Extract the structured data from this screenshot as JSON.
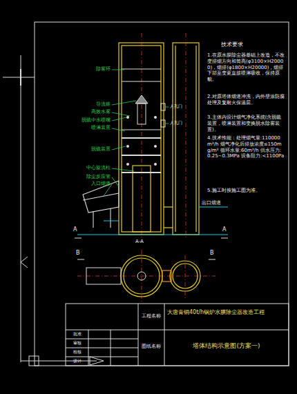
{
  "diagram": {
    "labels": [
      "技术要求",
      "1.在原水膜除尘器基础上改造，不改变排烟方向和筒高(φ3100×H20000)，烟排(φ1800×H20000)，烟排下部至变更直接喷淋吸收，保持原貌。",
      "2.对原塔体烟道冲洗，内外壁涂防腐处理及复耐火保温层。",
      "3.主体内设计烟气净化系统(含脱硫装置，喷淋装置和变换脱水除雾装置)。",
      "4.技术性能：处理烟气量:110000m³/h 烟气净化后排放浓度≤150mg/m³ 循环水量:60m³/h 供水压力:0.25~0.3MPa 设备阻力:<1100Pa",
      "5.施工时按施工图为准。",
      "除雾环",
      "导流锥",
      "高效水雾",
      "脱硫中水喷嘴",
      "喷淋装置",
      "脱硫装置",
      "中心旋流柱",
      "除尘反应管",
      "入口烟道",
      "人孔门",
      "人孔门",
      "出口烟道",
      "A",
      "A",
      "A-A",
      "B",
      "B",
      "工程名称",
      "大唐青铜40t/h锅炉水膜除尘器改造工程",
      "图纸名称",
      "塔体结构示意图(方案一)",
      "批准",
      "审核",
      "校核",
      "设计"
    ]
  }
}
